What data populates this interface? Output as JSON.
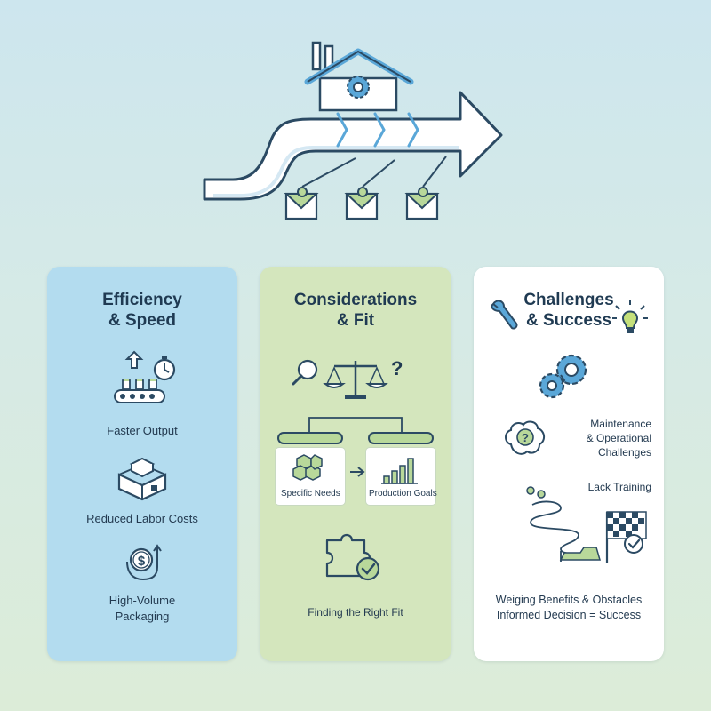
{
  "cards": {
    "efficiency": {
      "title_line1": "Efficiency",
      "title_line2": "& Speed",
      "items": [
        "Faster Output",
        "Reduced Labor Costs",
        "High-Volume",
        "Packaging"
      ]
    },
    "considerations": {
      "title_line1": "Considerations",
      "title_line2": "& Fit",
      "box_left": "Specific Needs",
      "box_right": "Production Goals",
      "question_mark": "?",
      "bottom_label": "Finding the Right Fit"
    },
    "challenges": {
      "title_line1": "Challenges",
      "title_line2": "& Success",
      "maintenance_line1": "Maintenance",
      "maintenance_line2": "& Operational",
      "maintenance_line3": "Challenges",
      "lack_training": "Lack Training",
      "summary_line1": "Weiging Benefits & Obstacles",
      "summary_line2": "Informed Decision = Success"
    }
  },
  "icons": {
    "dollar_symbol": "$",
    "question_symbol": "?"
  },
  "colors": {
    "ink": "#2b4a63",
    "roof": "#5aa7d8",
    "green": "#b8d89a",
    "blue_light": "#bde0f2",
    "card_blue": "#b3dcef",
    "card_green": "#d4e6bd"
  }
}
